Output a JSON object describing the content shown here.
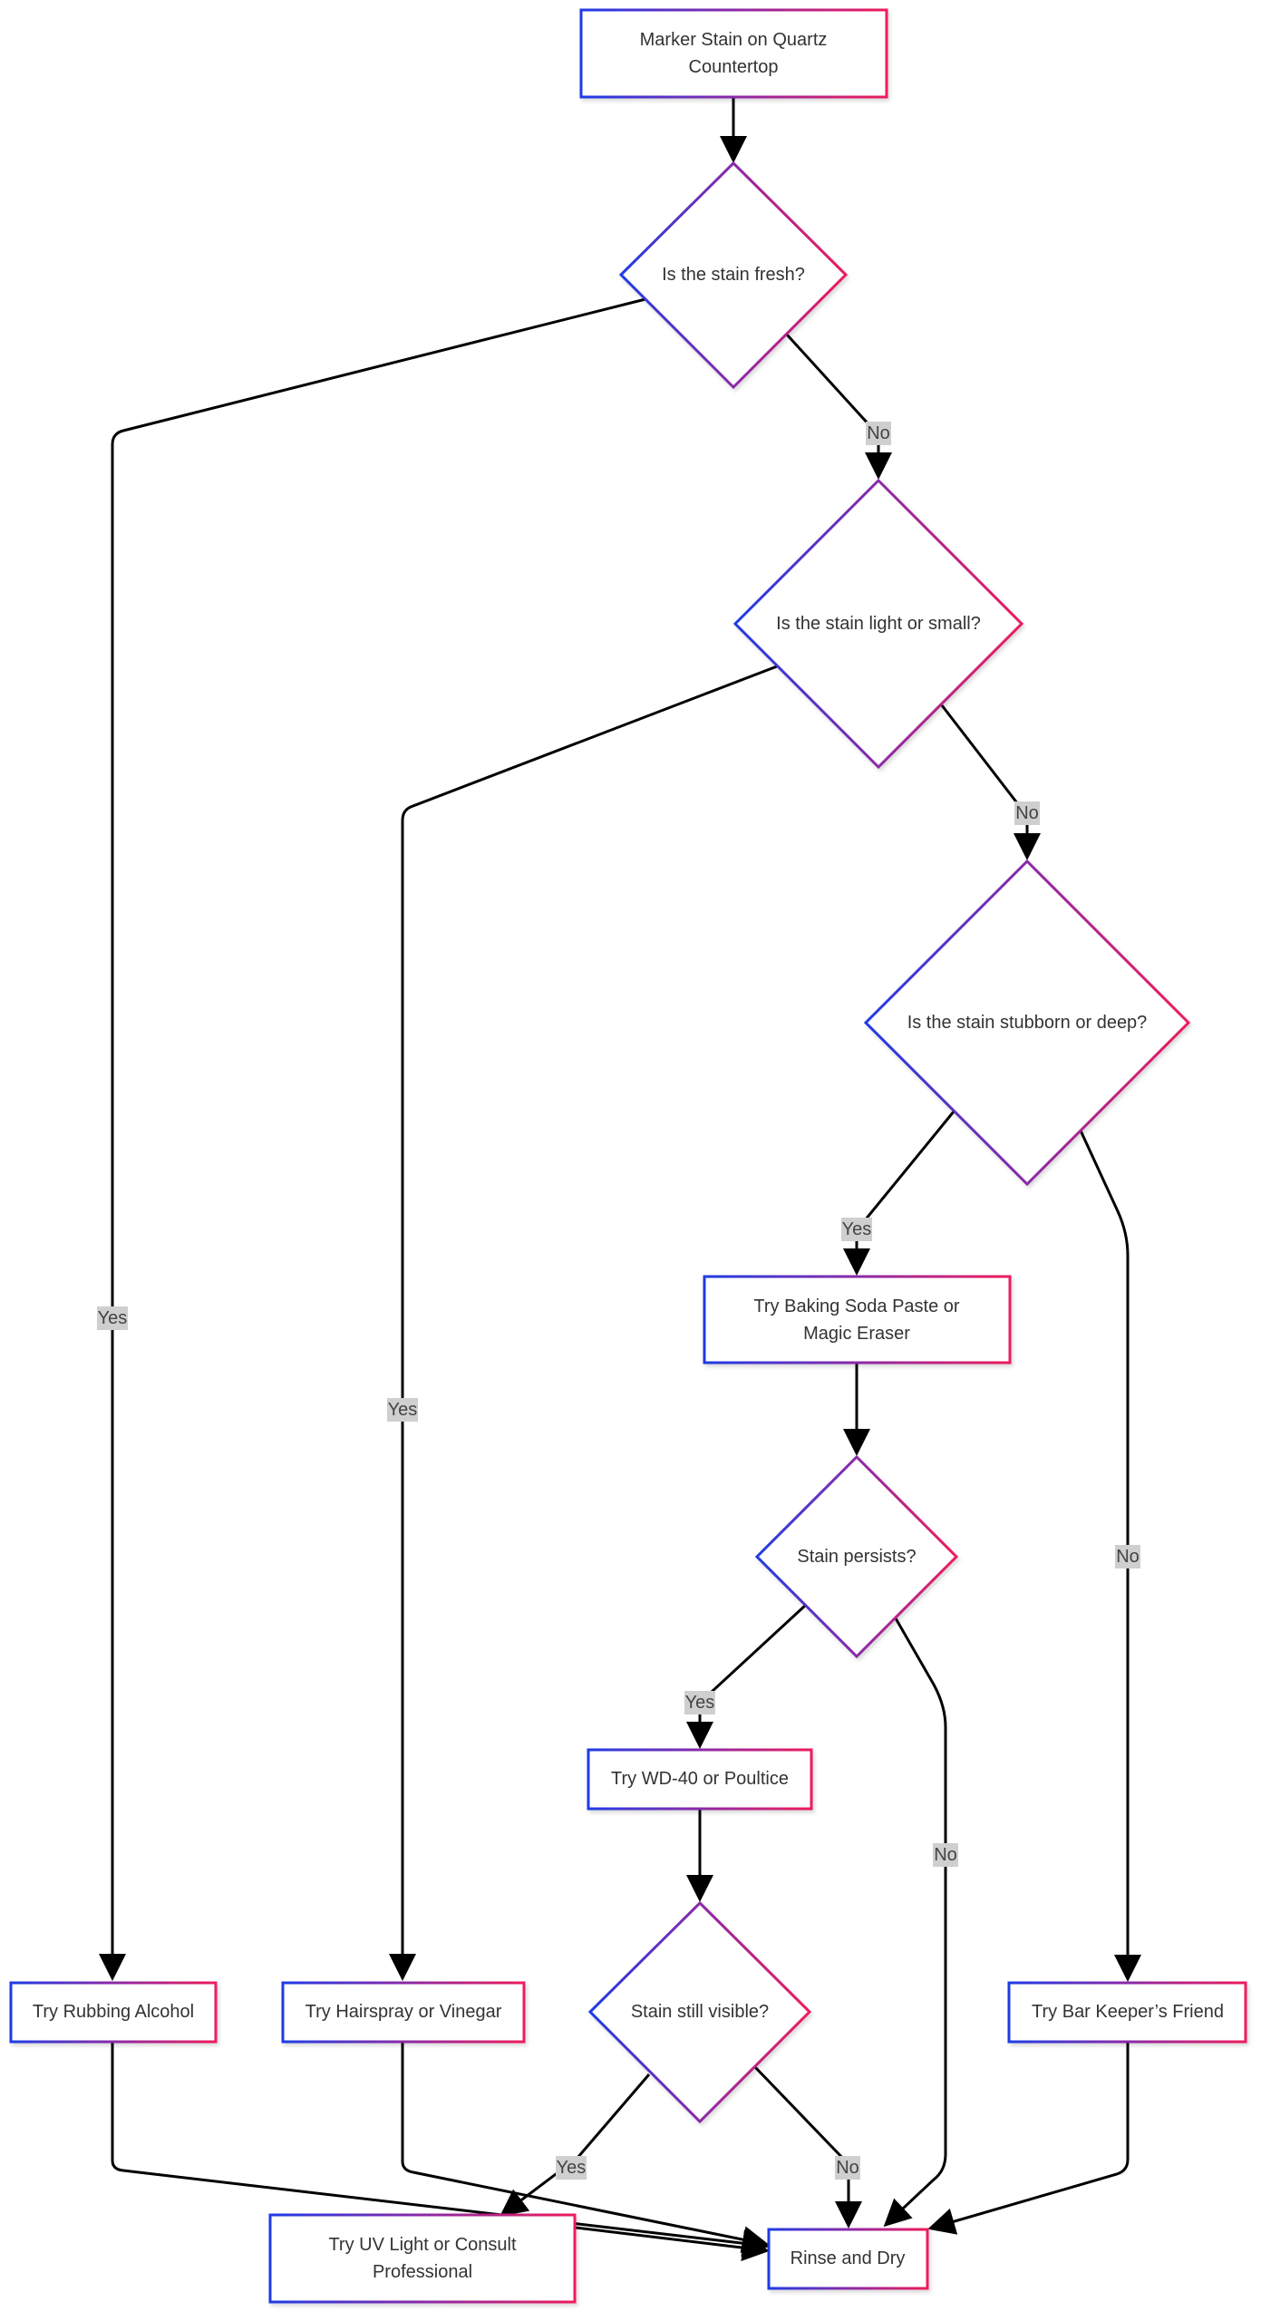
{
  "diagram": {
    "colors": {
      "gradient_start": "#1f3be6",
      "gradient_mid": "#8a2aa8",
      "gradient_end": "#ee1c5c",
      "edge": "#000000",
      "label_bg": "#cfcfcf"
    },
    "nodes": {
      "start": {
        "lines": [
          "Marker Stain on Quartz",
          "Countertop"
        ]
      },
      "fresh": {
        "lines": [
          "Is the stain fresh?"
        ]
      },
      "light": {
        "lines": [
          "Is the stain light or small?"
        ]
      },
      "stubborn": {
        "lines": [
          "Is the stain stubborn or deep?"
        ]
      },
      "baking": {
        "lines": [
          "Try Baking Soda Paste or",
          "Magic Eraser"
        ]
      },
      "persists": {
        "lines": [
          "Stain persists?"
        ]
      },
      "wd40": {
        "lines": [
          "Try WD-40 or Poultice"
        ]
      },
      "visible": {
        "lines": [
          "Stain still visible?"
        ]
      },
      "alcohol": {
        "lines": [
          "Try Rubbing Alcohol"
        ]
      },
      "hairspray": {
        "lines": [
          "Try Hairspray or Vinegar"
        ]
      },
      "barkeeper": {
        "lines": [
          "Try Bar Keeper’s Friend"
        ]
      },
      "uv": {
        "lines": [
          "Try UV Light or Consult",
          "Professional"
        ]
      },
      "rinse": {
        "lines": [
          "Rinse and Dry"
        ]
      }
    },
    "edge_labels": {
      "fresh_no": "No",
      "fresh_yes": "Yes",
      "light_no": "No",
      "light_yes": "Yes",
      "stubborn_yes": "Yes",
      "stubborn_no": "No",
      "persists_yes": "Yes",
      "persists_no": "No",
      "visible_yes": "Yes",
      "visible_no": "No"
    }
  }
}
